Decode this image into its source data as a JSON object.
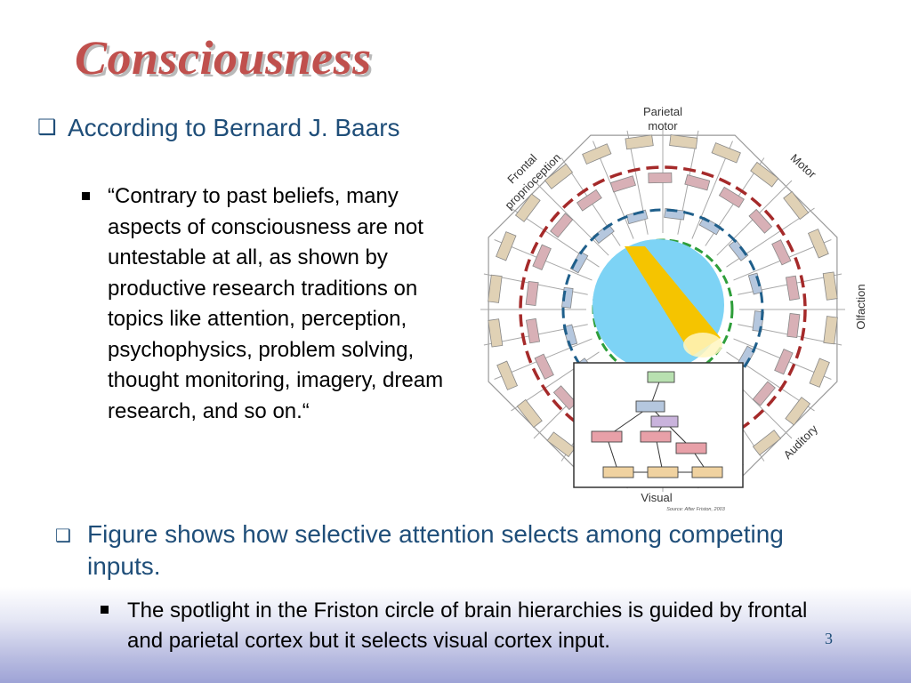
{
  "slide": {
    "title": "Consciousness",
    "bullet1": {
      "marker": "❑",
      "text": "According to Bernard J. Baars",
      "sub": "“Contrary to past beliefs, many aspects of consciousness are not untestable at all, as shown by productive research traditions on topics like attention, perception, psychophysics, problem solving, thought monitoring, imagery, dream research, and so on.“"
    },
    "bullet2": {
      "marker": "❑",
      "text": "Figure shows how selective attention selects among competing inputs.",
      "sub": "The spotlight in the Friston circle of brain hierarchies is guided by frontal and parietal cortex but it selects visual cortex input."
    },
    "page_number": "3"
  },
  "figure": {
    "labels": {
      "parietal_line1": "Parietal",
      "parietal_line2": "motor",
      "motor": "Motor",
      "frontal_line1": "Frontal",
      "frontal_line2": "proprioception",
      "olfaction": "Olfaction",
      "auditory": "Auditory",
      "visual": "Visual",
      "source": "Source: After Friston, 2003"
    },
    "colors": {
      "outer_ring": "#a52a2a",
      "inner_ring": "#1f5f8b",
      "green_ring": "#2e9e3a",
      "spotlight_disc": "#7dd3f5",
      "beam": "#f5c400"
    }
  }
}
